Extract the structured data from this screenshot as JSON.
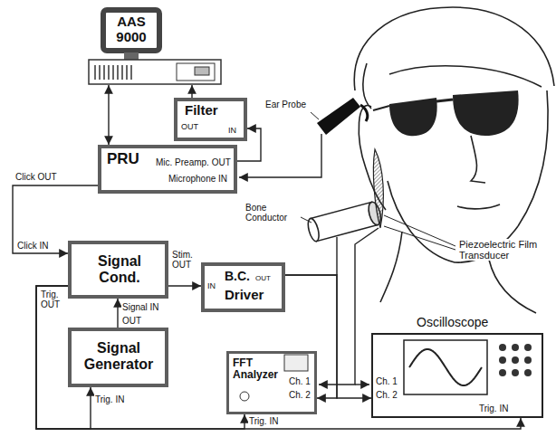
{
  "diagram": {
    "nodes": [
      {
        "text": [
          "AAS 9000"
        ]
      },
      {
        "text": [
          "Filter",
          "OUT",
          "IN"
        ]
      },
      {
        "text": [
          "PRU",
          "Mic. Preamp. OUT",
          "Microphone IN"
        ]
      },
      {
        "text": [
          "Signal Cond."
        ]
      },
      {
        "text": [
          "IN",
          "B.C.",
          "OUT",
          "Driver"
        ]
      },
      {
        "text": [
          "Signal Generator"
        ]
      },
      {
        "text": [
          "FFT Analyzer"
        ]
      },
      {
        "text": [
          "Oscilloscope"
        ]
      }
    ],
    "edges": [
      {
        "from": 2,
        "to": 0,
        "arrow": "both"
      },
      {
        "from": 2,
        "to": 1,
        "arrow": "to"
      },
      {
        "from": 1,
        "to": 0,
        "arrow": "to"
      },
      {
        "from": 2,
        "to": 3,
        "arrow": "to"
      },
      {
        "from": 5,
        "to": 3,
        "arrow": "to"
      },
      {
        "from": 3,
        "to": 4,
        "arrow": "to"
      },
      {
        "from": 3,
        "to": 5,
        "arrow": "to"
      },
      {
        "from": 3,
        "to": 6,
        "arrow": "to"
      },
      {
        "from": 3,
        "to": 7,
        "arrow": "to"
      },
      {
        "from": 4,
        "to": 6,
        "arrow": "to"
      },
      {
        "from": 4,
        "to": 7,
        "arrow": "to"
      }
    ],
    "labels": [
      "Ear Probe",
      "Bone Conductor",
      "Piezoelectric Film Transducer",
      "Click OUT",
      "Click IN",
      "Trig. OUT",
      "Stim. OUT",
      "Signal IN",
      "OUT",
      "Trig. IN",
      "Trig. IN",
      "Ch. 1",
      "Ch. 2",
      "Ch. 1",
      "Ch. 2",
      "Trig. IN"
    ]
  }
}
